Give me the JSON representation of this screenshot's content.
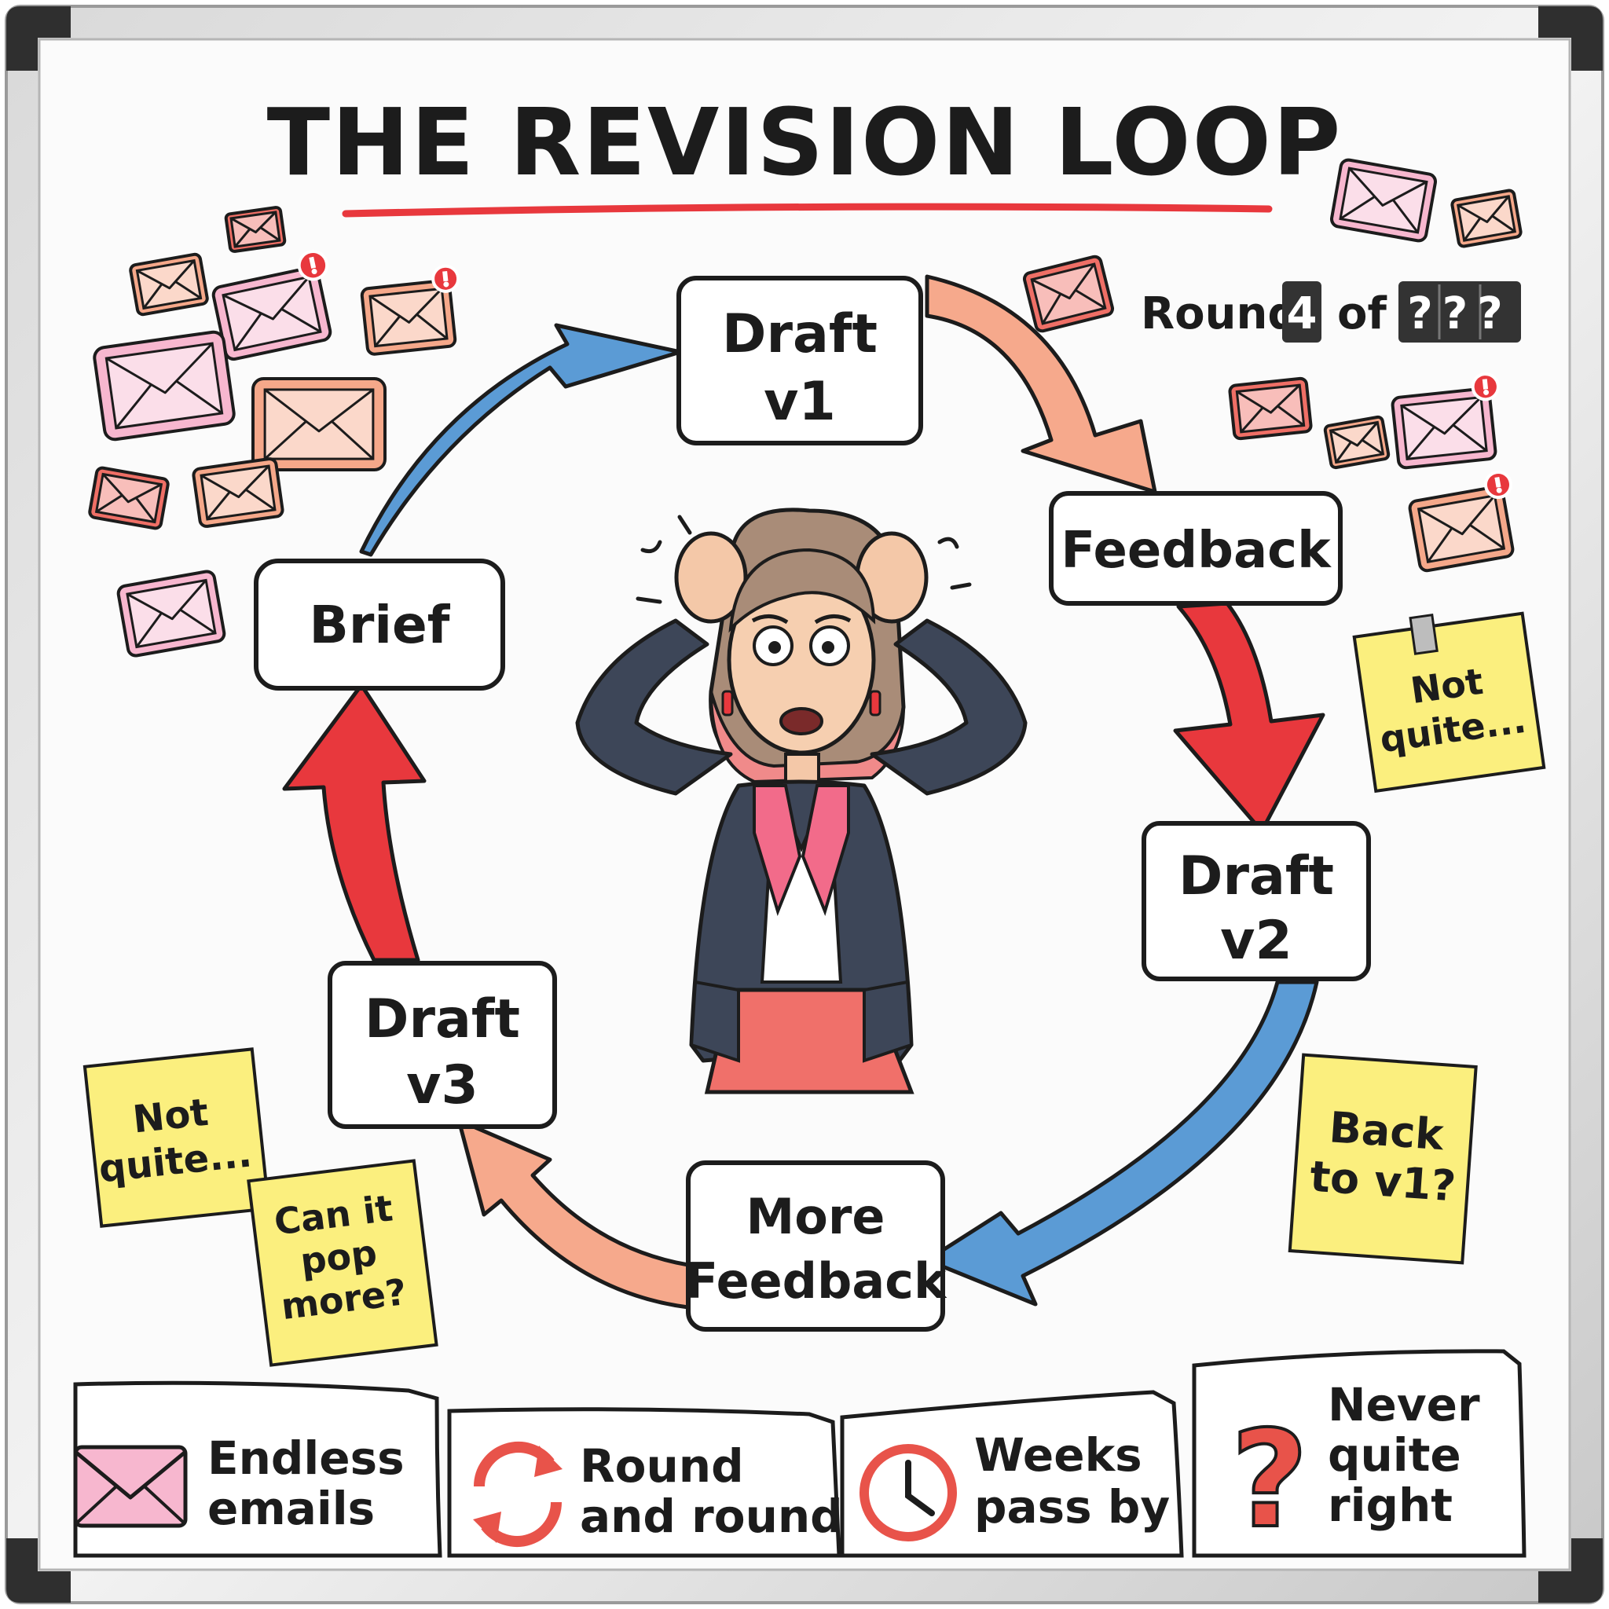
{
  "title": "THE REVISION LOOP",
  "counter": {
    "prefix": "Round",
    "current": "4",
    "joiner": "of",
    "total": "???"
  },
  "steps": [
    {
      "id": "brief",
      "line1": "Brief",
      "line2": ""
    },
    {
      "id": "draft-v1",
      "line1": "Draft",
      "line2": "v1"
    },
    {
      "id": "feedback",
      "line1": "Feedback",
      "line2": ""
    },
    {
      "id": "draft-v2",
      "line1": "Draft",
      "line2": "v2"
    },
    {
      "id": "more-feedback",
      "line1": "More",
      "line2": "Feedback"
    },
    {
      "id": "draft-v3",
      "line1": "Draft",
      "line2": "v3"
    }
  ],
  "notes": {
    "right_top": [
      "Not",
      "quite..."
    ],
    "right_bottom": [
      "Back",
      "to v1?"
    ],
    "left_a": [
      "Not",
      "quite..."
    ],
    "left_b": [
      "Can it",
      "pop",
      "more?"
    ]
  },
  "footer": [
    {
      "icon": "envelope-icon",
      "line1": "Endless",
      "line2": "emails",
      "line3": ""
    },
    {
      "icon": "refresh-icon",
      "line1": "Round",
      "line2": "and round",
      "line3": ""
    },
    {
      "icon": "clock-icon",
      "line1": "Weeks",
      "line2": "pass by",
      "line3": ""
    },
    {
      "icon": "question-mark-icon",
      "line1": "Never",
      "line2": "quite",
      "line3": "right"
    }
  ],
  "colors": {
    "title_underline": "#e8383d",
    "arrow_blue": "#5b9bd5",
    "arrow_red": "#e8383d",
    "arrow_peach": "#f6a98c",
    "sticky": "#fbef7e",
    "envelope_pink": "#f7b7cf",
    "envelope_salmon": "#f5a88a",
    "envelope_red": "#ef6f66",
    "alert": "#e8383d",
    "ink": "#1c1c1c"
  }
}
